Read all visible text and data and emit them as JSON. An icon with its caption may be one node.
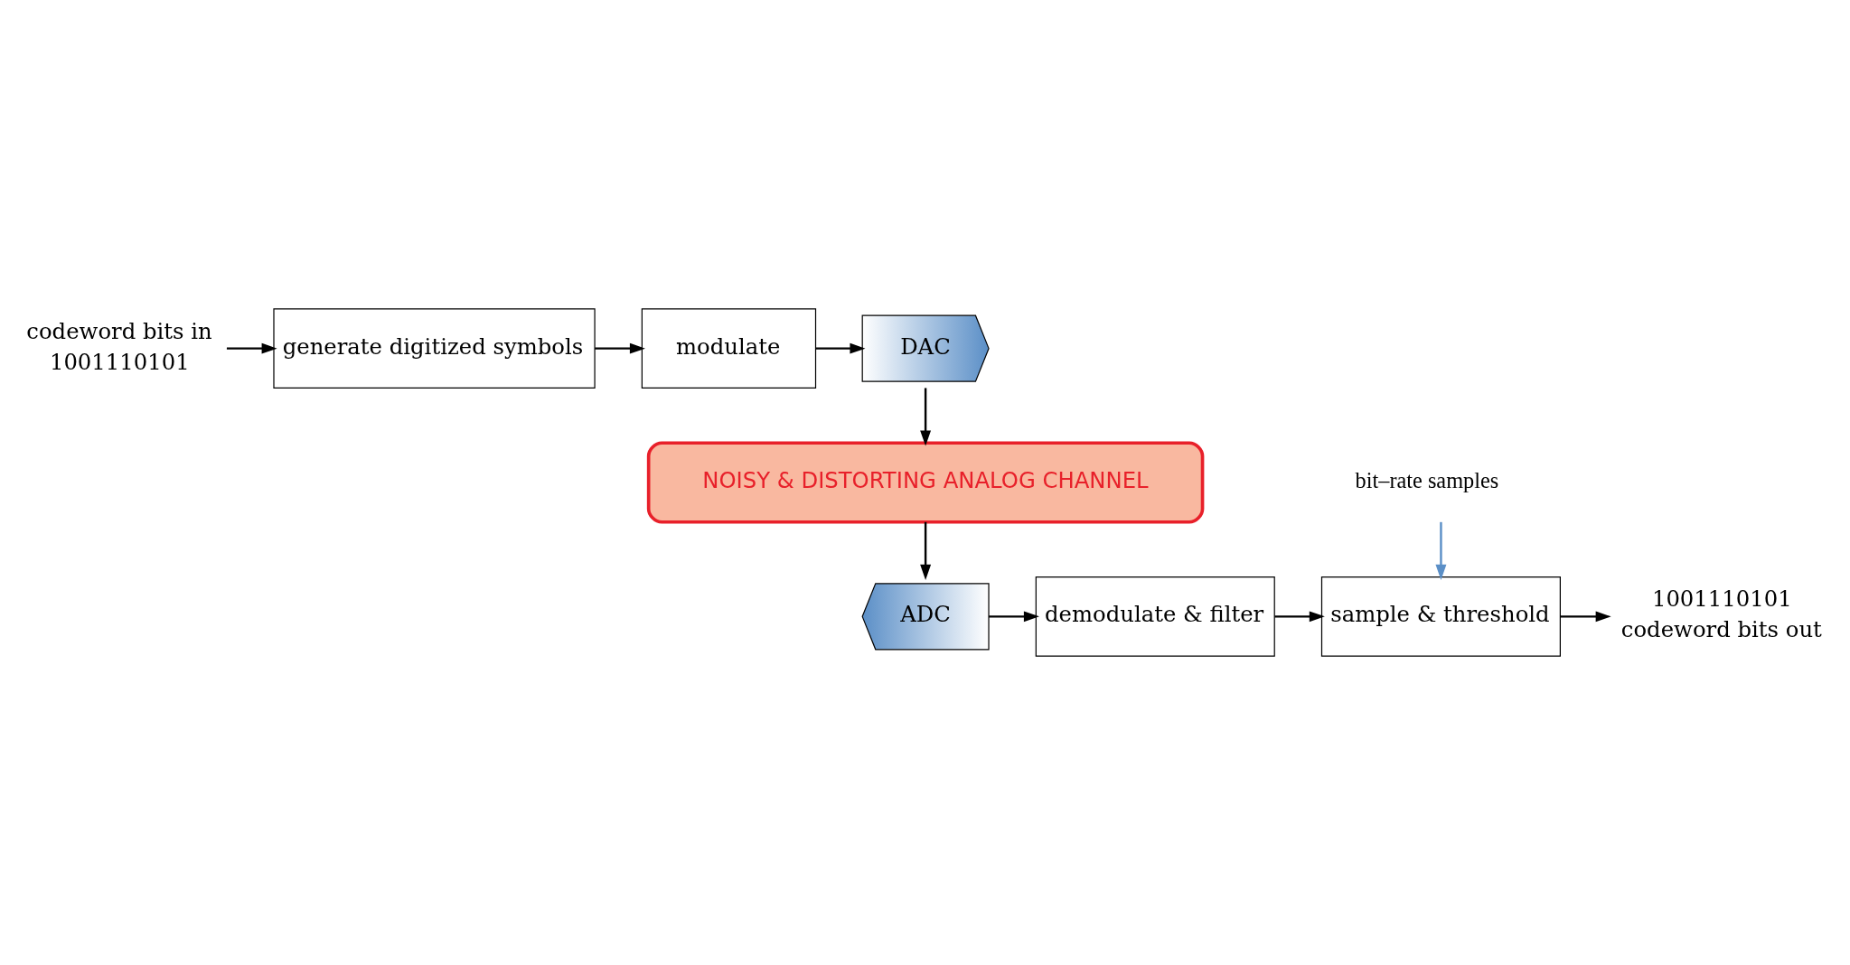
{
  "diagram": {
    "nodes": [
      {
        "text": [
          "1001110101"
        ],
        "beside": [
          "codeword bits in"
        ]
      },
      {
        "text": [
          "generate digitized symbols"
        ]
      },
      {
        "text": [
          "modulate"
        ]
      },
      {
        "text": [
          "DAC"
        ]
      },
      {
        "text": [
          "NOISY & DISTORTING ANALOG CHANNEL"
        ]
      },
      {
        "text": [
          "ADC"
        ]
      },
      {
        "text": [
          "demodulate & filter"
        ]
      },
      {
        "text": [
          "sample & threshold"
        ]
      },
      {
        "text": [
          "1001110101"
        ],
        "beside": [
          "codeword bits out"
        ]
      },
      {
        "text": [
          "bit–rate samples"
        ]
      }
    ],
    "edges": [
      {
        "from": 0,
        "to": 1,
        "arrow": "to"
      },
      {
        "from": 1,
        "to": 2,
        "arrow": "to"
      },
      {
        "from": 2,
        "to": 3,
        "arrow": "to"
      },
      {
        "from": 3,
        "to": 4,
        "arrow": "to"
      },
      {
        "from": 4,
        "to": 5,
        "arrow": "to"
      },
      {
        "from": 5,
        "to": 6,
        "arrow": "to"
      },
      {
        "from": 6,
        "to": 7,
        "arrow": "to"
      },
      {
        "from": 7,
        "to": 8,
        "arrow": "to"
      },
      {
        "from": 9,
        "to": 7,
        "arrow": "to",
        "color": "#5b8fc7"
      }
    ]
  }
}
